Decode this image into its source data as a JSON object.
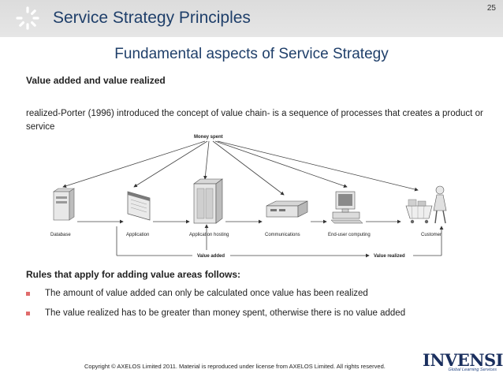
{
  "header": {
    "title": "Service Strategy Principles",
    "slide_number": "25"
  },
  "subtitle": "Fundamental aspects of Service Strategy",
  "section_heading": "Value added and value realized",
  "paragraph": "realized-Porter (1996) introduced the concept of value chain- is a sequence of processes that creates a product or service",
  "diagram": {
    "top_label": "Money spent",
    "nodes": [
      "Database",
      "Application",
      "Application hosting",
      "Communications",
      "End-user computing",
      "Customer"
    ],
    "value_added_label": "Value added",
    "value_realized_label": "Value realized"
  },
  "rules_heading": "Rules that apply for adding value areas follows:",
  "bullets": [
    "The amount of value added can only be calculated once value has been realized",
    "The value realized has to be greater than money spent, otherwise there is no value added"
  ],
  "footer": {
    "copyright": "Copyright © AXELOS Limited 2011. Material is reproduced under license from AXELOS Limited. All rights reserved.",
    "brand_name": "INVENSIS",
    "brand_tagline": "Global Learning Services"
  },
  "colors": {
    "title": "#1f3f6a",
    "header_band": "#e0e0e0",
    "bullet": "#e06c6c",
    "brand": "#1a2f5e"
  }
}
